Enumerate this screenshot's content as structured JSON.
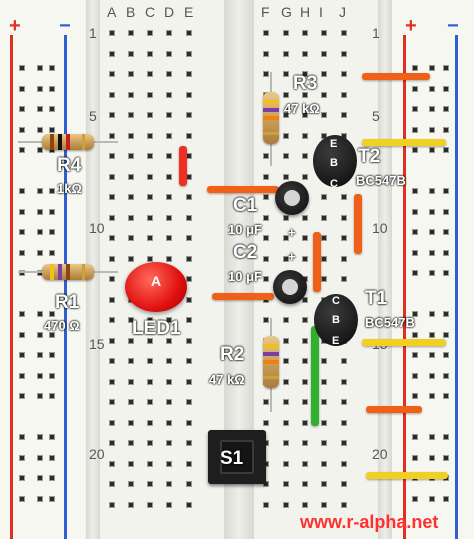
{
  "rails": {
    "plus": "+",
    "minus": "−"
  },
  "columns": [
    "A",
    "B",
    "C",
    "D",
    "E",
    "F",
    "G",
    "H",
    "I",
    "J"
  ],
  "row_numbers": [
    "1",
    "5",
    "10",
    "15",
    "20"
  ],
  "components": {
    "r1": {
      "name": "R1",
      "value": "470 Ω"
    },
    "r2": {
      "name": "R2",
      "value": "47 kΩ"
    },
    "r3": {
      "name": "R3",
      "value": "47 kΩ"
    },
    "r4": {
      "name": "R4",
      "value": "1kΩ"
    },
    "c1": {
      "name": "C1",
      "value": "10 μF"
    },
    "c2": {
      "name": "C2",
      "value": "10 μF"
    },
    "t1": {
      "name": "T1",
      "type": "BC547B",
      "pins": [
        "C",
        "B",
        "E"
      ]
    },
    "t2": {
      "name": "T2",
      "type": "BC547B",
      "pins": [
        "E",
        "B",
        "C"
      ]
    },
    "led1": {
      "name": "LED1",
      "anode": "A"
    },
    "s1": {
      "name": "S1"
    }
  },
  "plus_marks": [
    "+",
    "+"
  ],
  "watermark": "www.r-alpha.net",
  "colors": {
    "rail_plus": "#e03020",
    "rail_minus": "#3060d0",
    "wire_orange": "#f06018",
    "wire_yellow": "#f0d020",
    "wire_green": "#30b030",
    "wire_red": "#e02020",
    "watermark": "#ff3030"
  }
}
